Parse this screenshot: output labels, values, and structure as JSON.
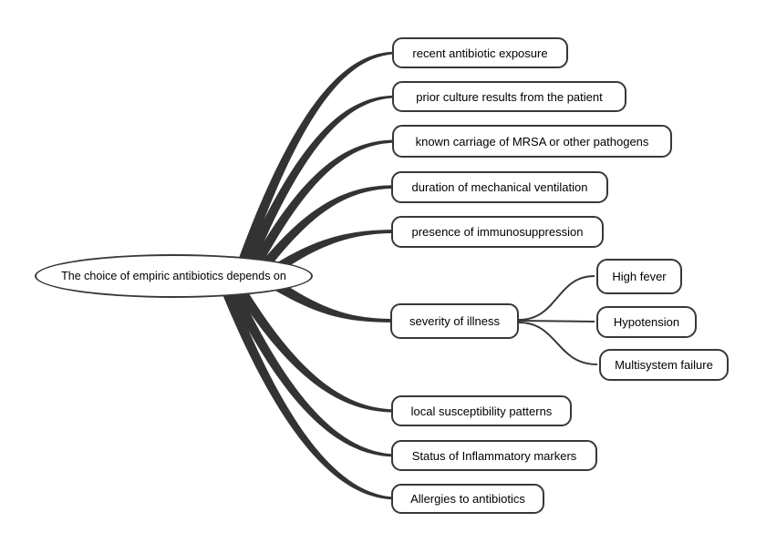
{
  "diagram": {
    "type": "mindmap",
    "root": {
      "label": "The choice of empiric antibiotics depends on"
    },
    "branches": [
      {
        "label": "recent antibiotic exposure"
      },
      {
        "label": "prior culture results from the patient"
      },
      {
        "label": "known carriage of MRSA or other pathogens"
      },
      {
        "label": "duration of mechanical ventilation"
      },
      {
        "label": "presence of immunosuppression"
      },
      {
        "label": "severity of illness",
        "children": [
          {
            "label": "High fever"
          },
          {
            "label": "Hypotension"
          },
          {
            "label": "Multisystem failure"
          }
        ]
      },
      {
        "label": "local susceptibility patterns"
      },
      {
        "label": "Status of Inflammatory markers"
      },
      {
        "label": "Allergies to antibiotics"
      }
    ]
  },
  "colors": {
    "edge": "#333333",
    "node_border": "#383838",
    "node_background": "#ffffff",
    "text": "#000000",
    "background": "#ffffff"
  }
}
